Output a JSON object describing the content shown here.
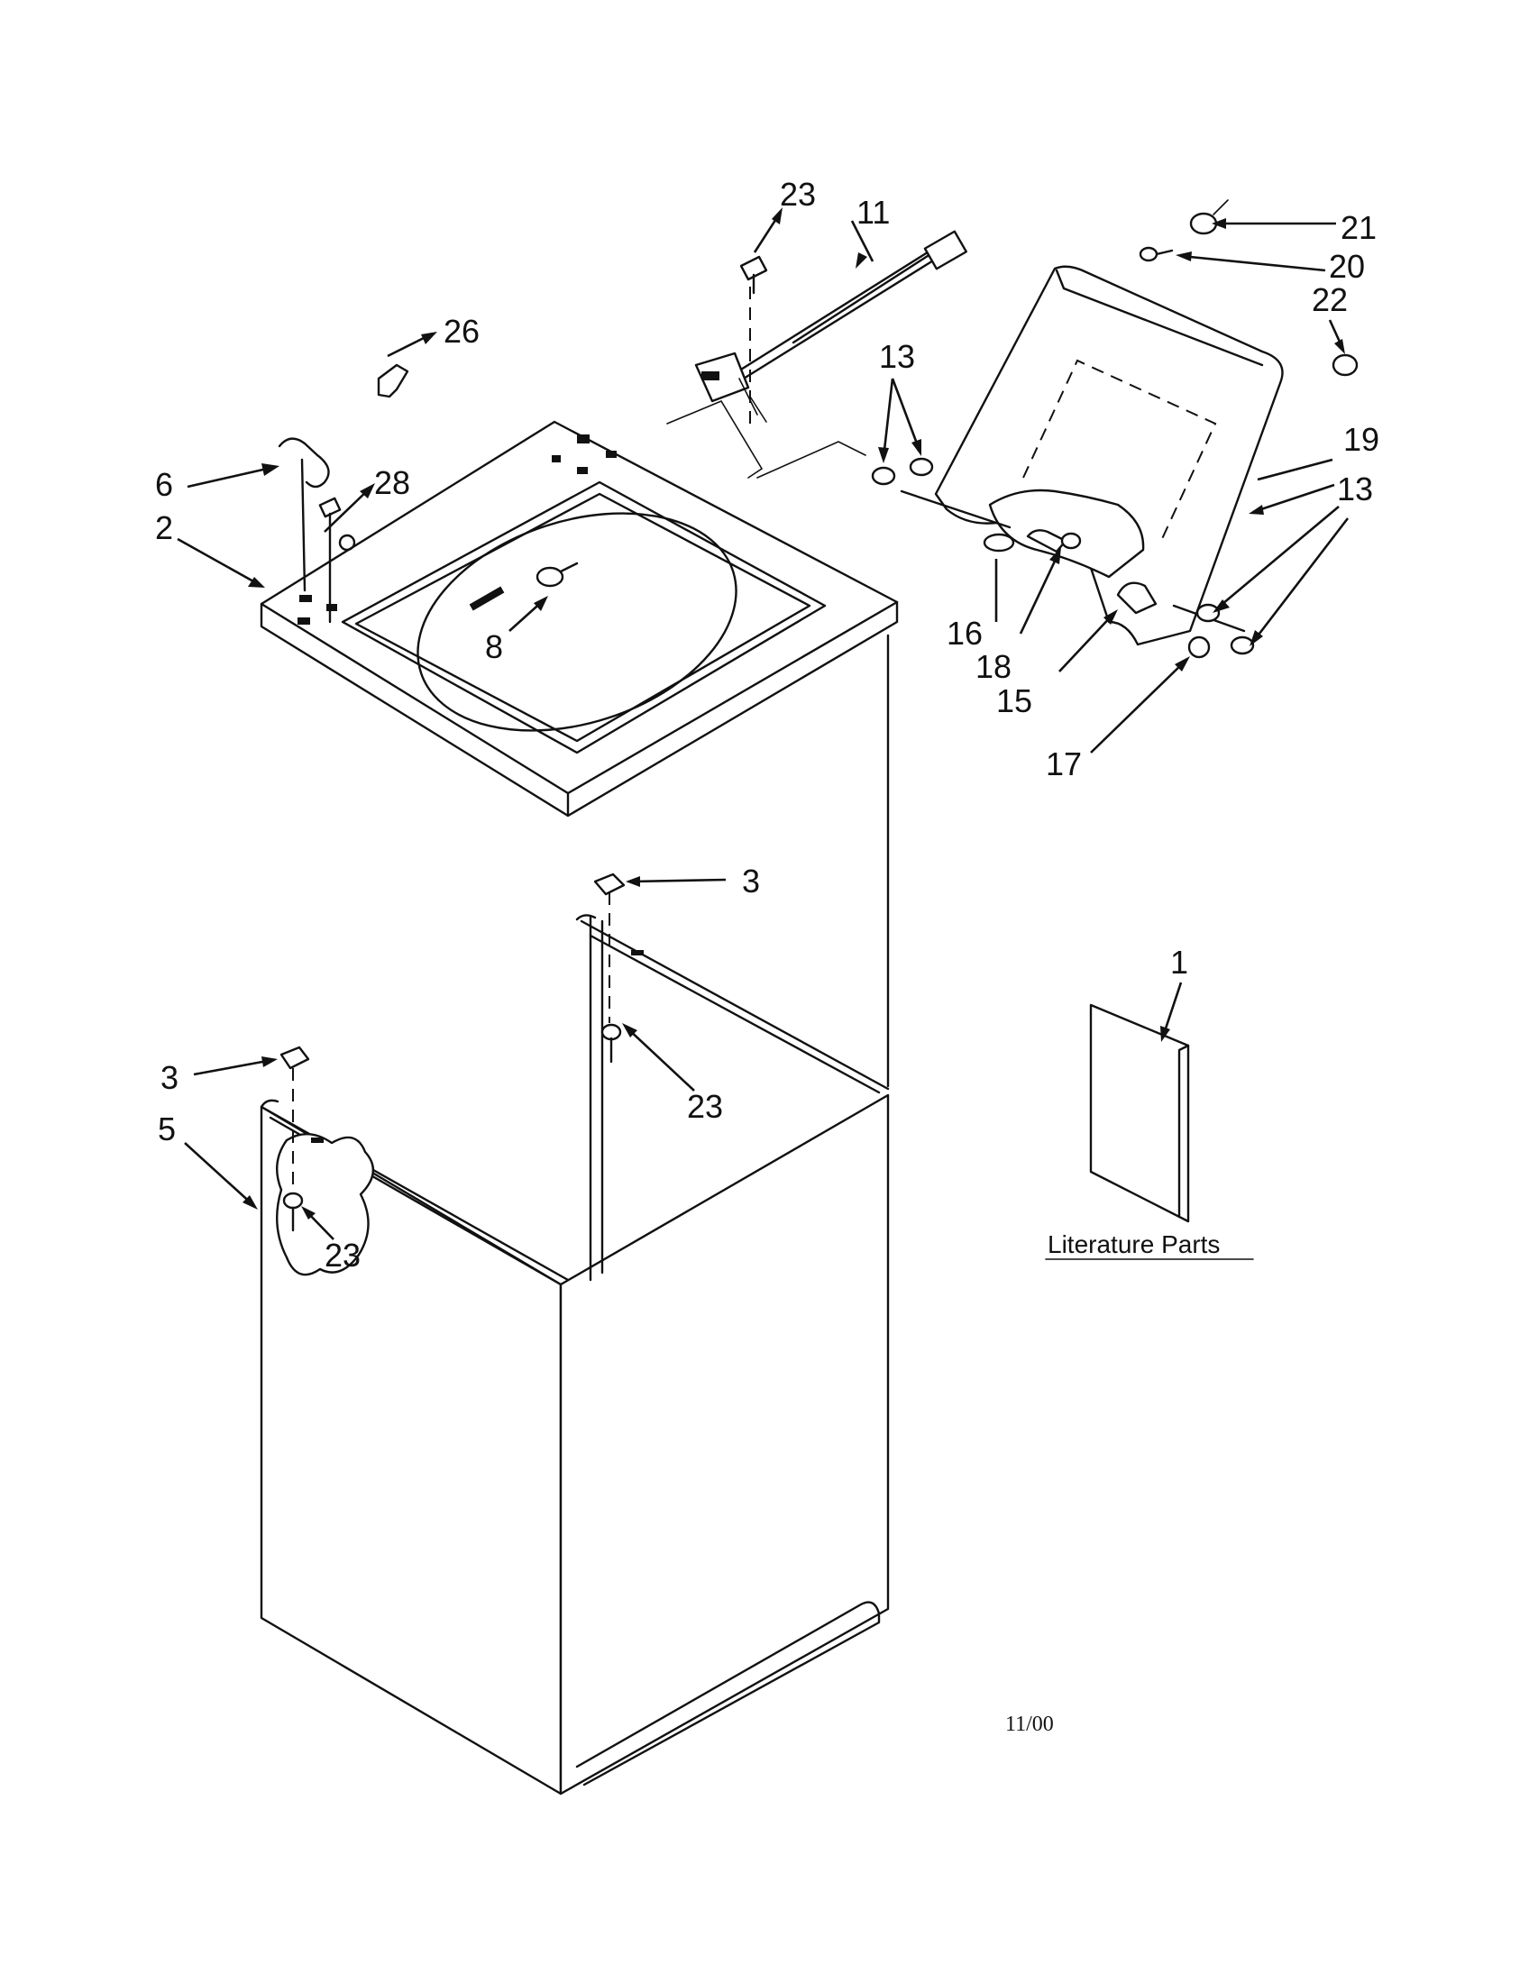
{
  "diagram": {
    "callouts": {
      "c1": "1",
      "c2": "2",
      "c3a": "3",
      "c3b": "3",
      "c5": "5",
      "c6": "6",
      "c8": "8",
      "c11": "11",
      "c13a": "13",
      "c13b": "13",
      "c15": "15",
      "c16": "16",
      "c17": "17",
      "c18": "18",
      "c19": "19",
      "c20": "20",
      "c21": "21",
      "c22": "22",
      "c23a": "23",
      "c23b": "23",
      "c23c": "23",
      "c26": "26",
      "c28": "28"
    },
    "literature_label": "Literature Parts",
    "date_code": "11/00"
  }
}
